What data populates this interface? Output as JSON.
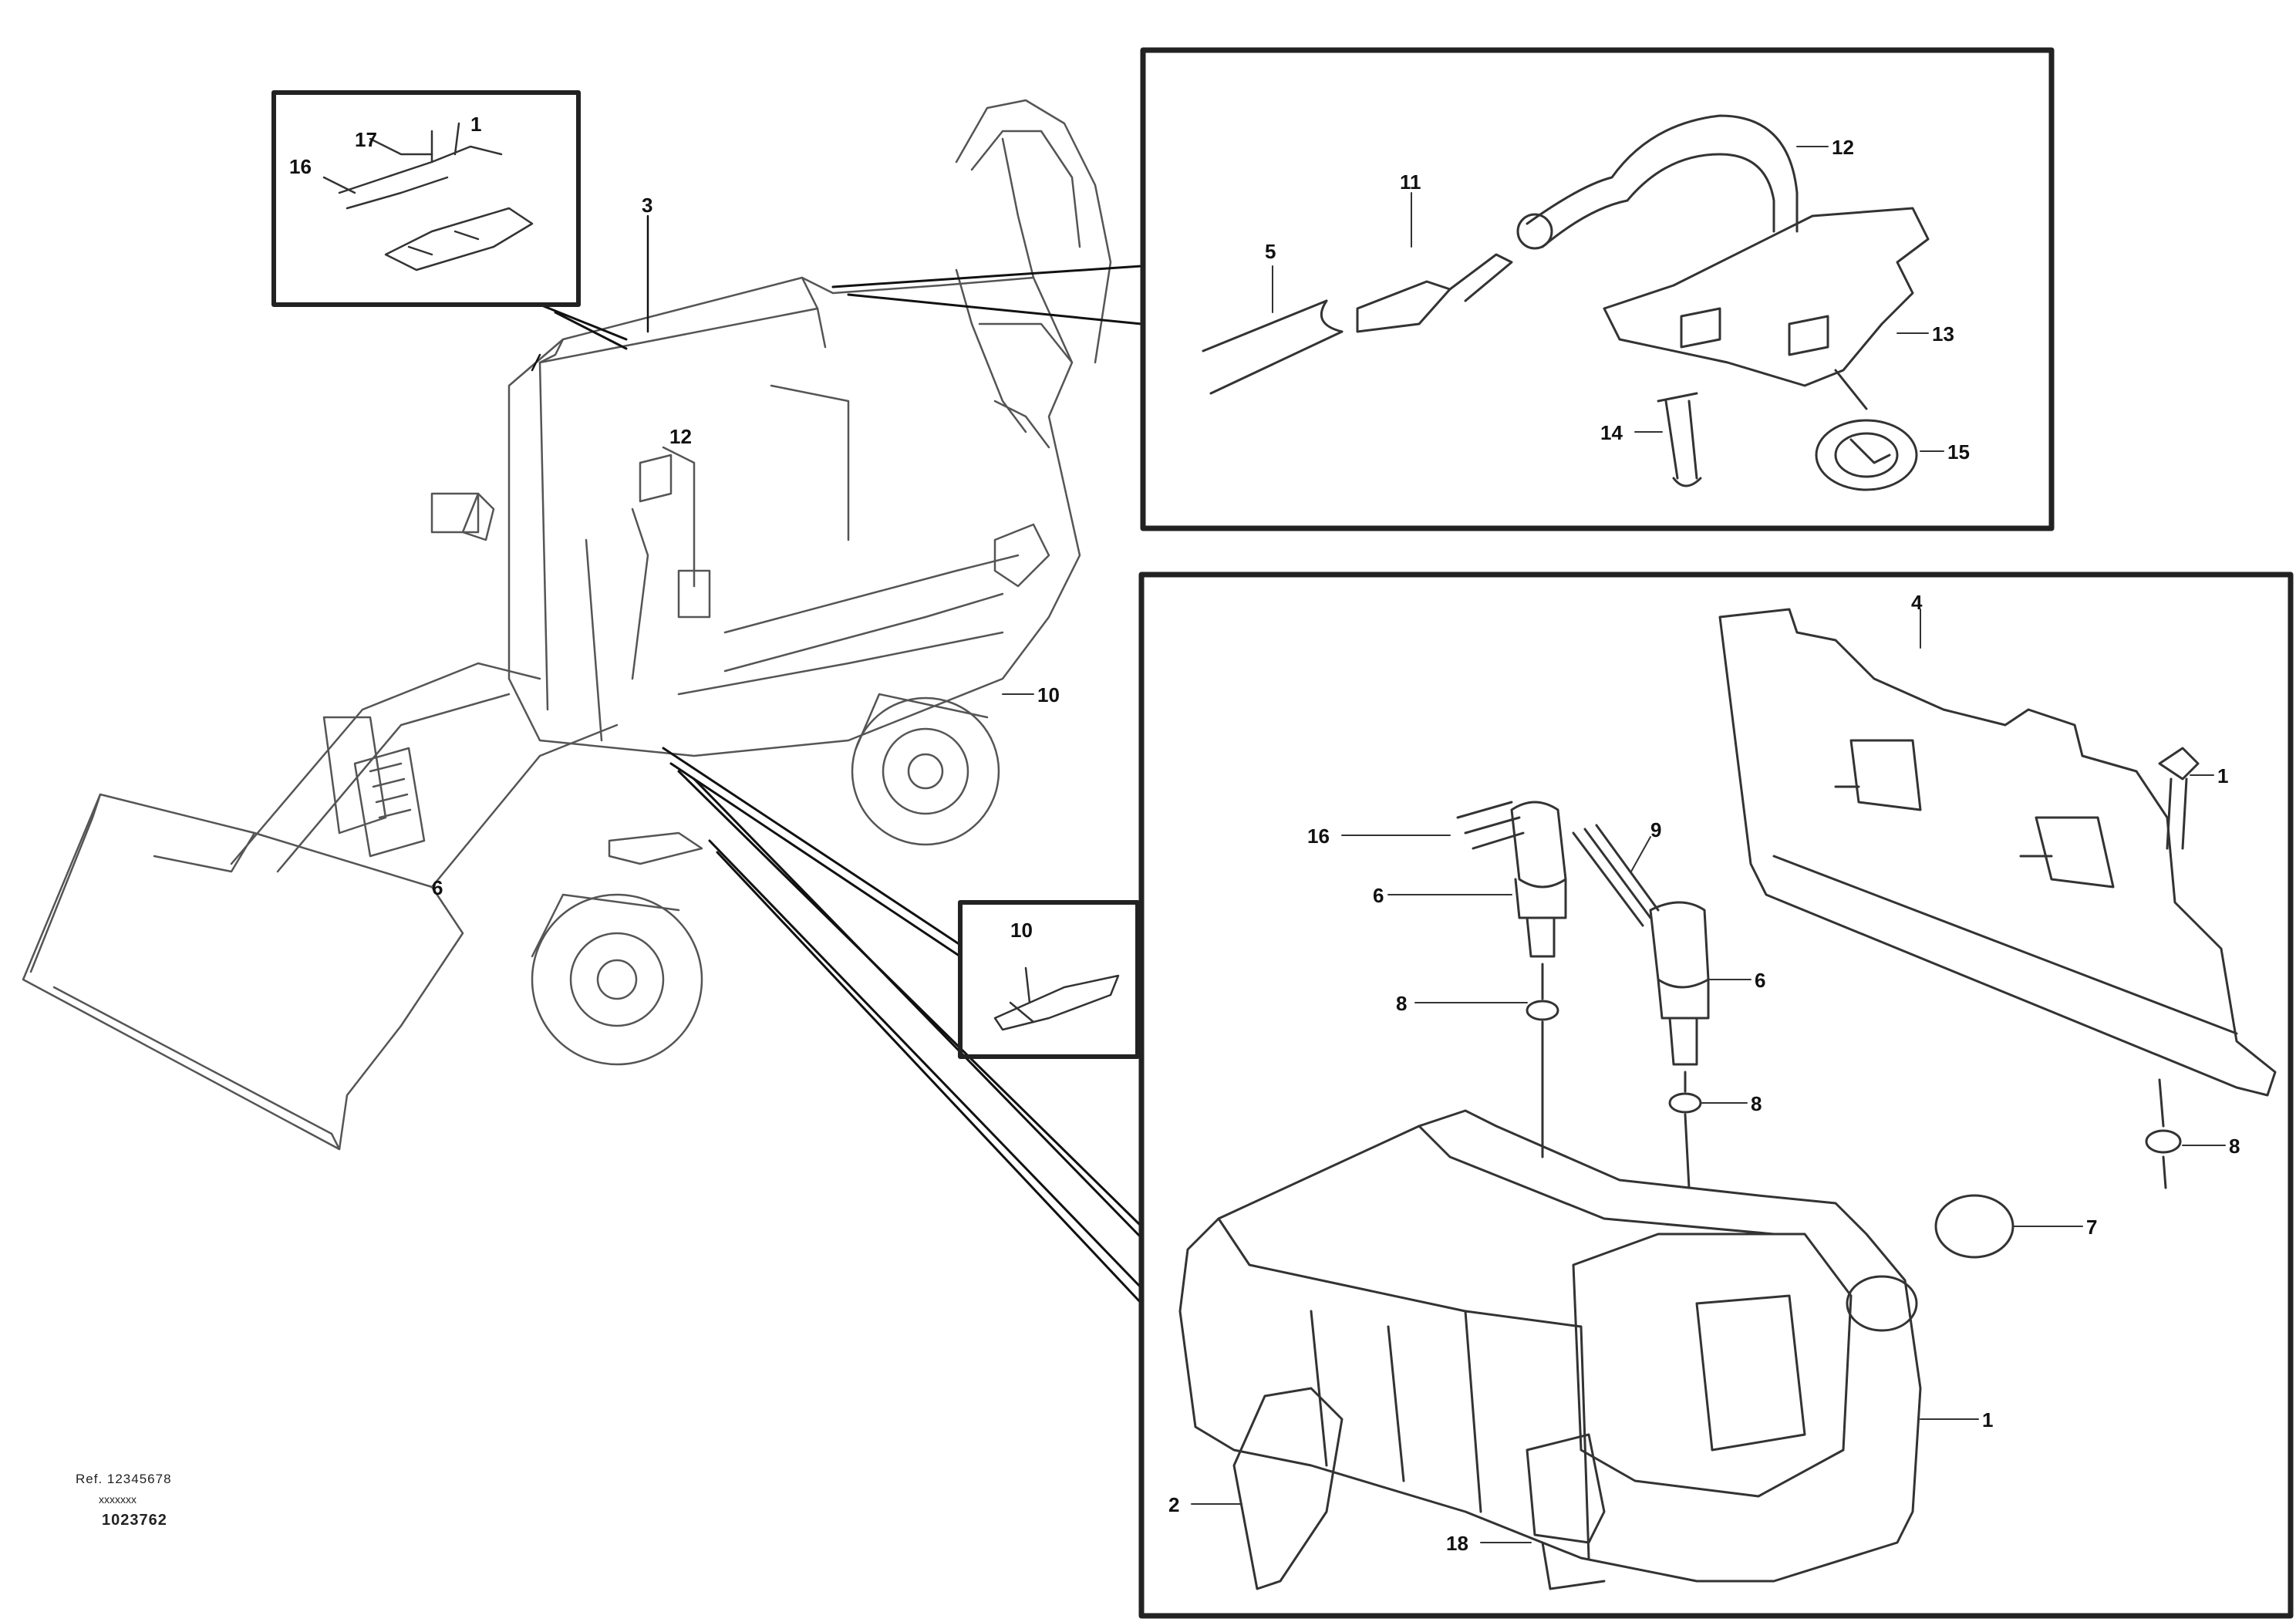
{
  "callouts": {
    "inset_tl": {
      "c17": "17",
      "c1": "1",
      "c16": "16"
    },
    "main": {
      "c3": "3",
      "c12": "12",
      "c10": "10",
      "c6": "6"
    },
    "inset_top": {
      "c5": "5",
      "c11": "11",
      "c12": "12",
      "c13": "13",
      "c14": "14",
      "c15": "15"
    },
    "inset_small": {
      "c10": "10"
    },
    "inset_big": {
      "c4": "4",
      "c1a": "1",
      "c16": "16",
      "c9": "9",
      "c6a": "6",
      "c6b": "6",
      "c8a": "8",
      "c8b": "8",
      "c8c": "8",
      "c7": "7",
      "c1b": "1",
      "c2": "2",
      "c18": "18"
    }
  },
  "caption": {
    "line1": "Ref. 12345678",
    "line2": "xxxxxxx",
    "line3": "1023762"
  }
}
